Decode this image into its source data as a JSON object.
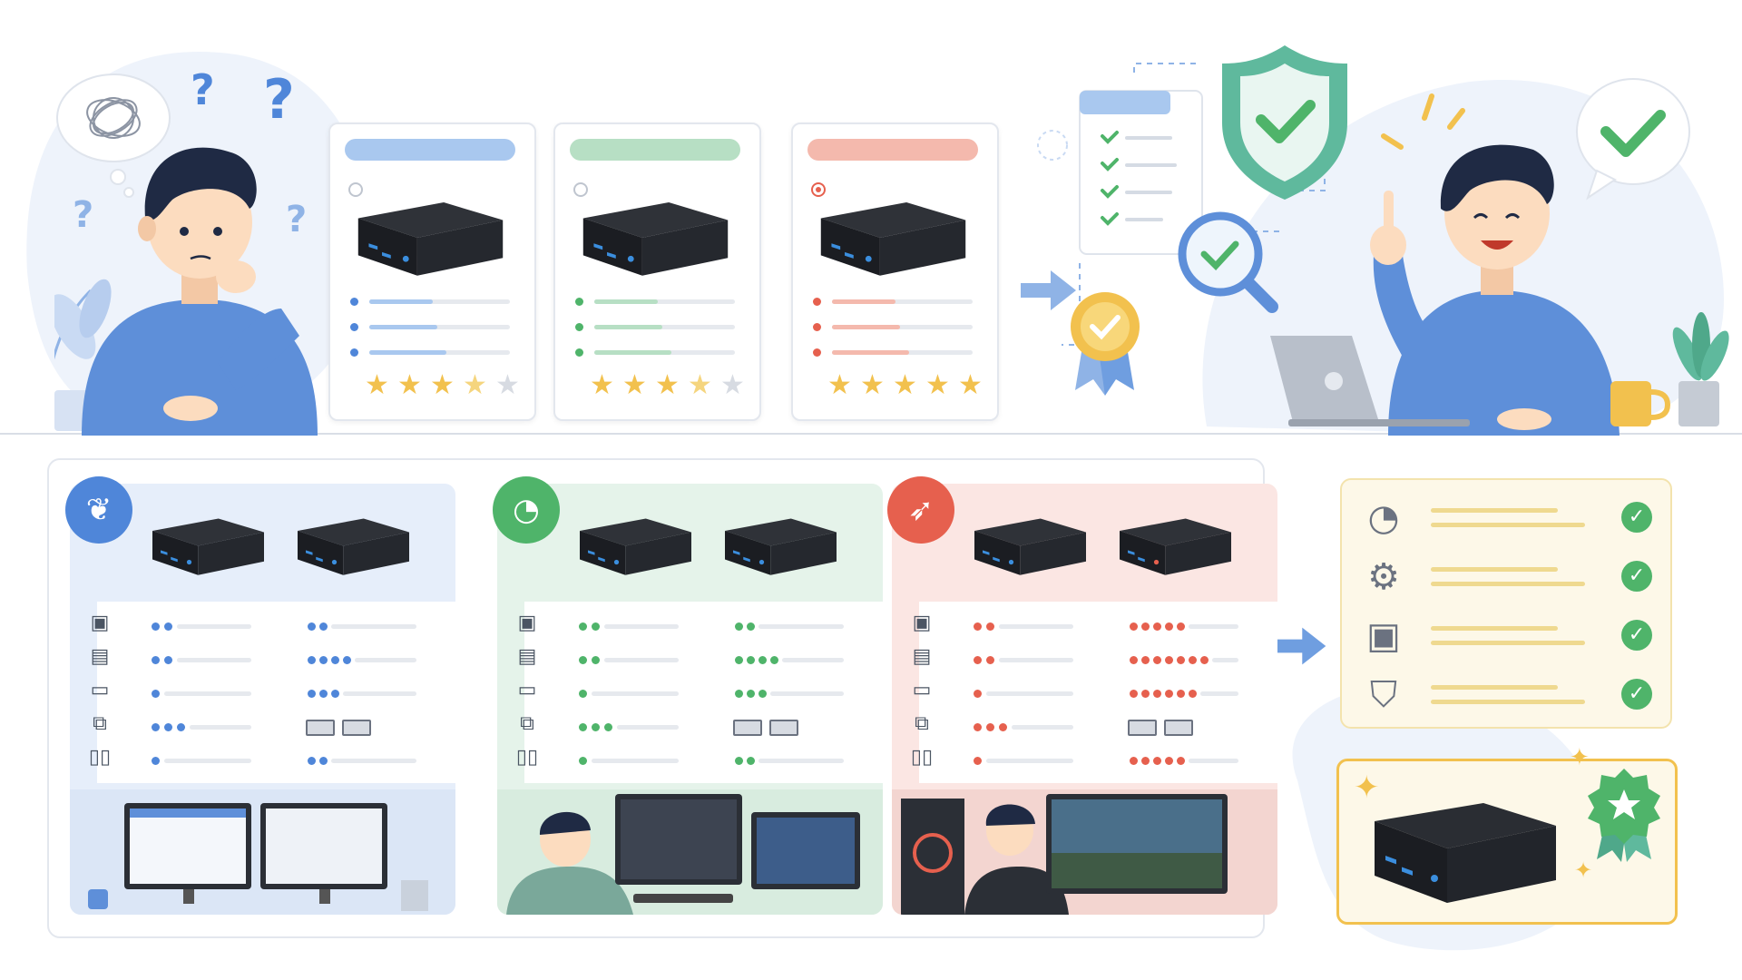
{
  "scene": {
    "description_text": "",
    "options": [
      {
        "id": "option-1",
        "accent": "#a9c8ef",
        "dot_color": "#4f86d9",
        "rating": 3.5,
        "selected": false
      },
      {
        "id": "option-2",
        "accent": "#b7dfc4",
        "dot_color": "#4fb46a",
        "rating": 3.5,
        "selected": false
      },
      {
        "id": "option-3",
        "accent": "#f4b9ad",
        "dot_color": "#e6604e",
        "rating": 5,
        "selected": true
      }
    ],
    "tiers": [
      {
        "id": "office",
        "color": "#4f86d9",
        "bg": "#e6eefa",
        "icon": "leaf-icon"
      },
      {
        "id": "creator",
        "color": "#4fb46a",
        "bg": "#e5f3ea",
        "icon": "speedometer-icon"
      },
      {
        "id": "gaming",
        "color": "#e6604e",
        "bg": "#fbe6e3",
        "icon": "rocket-icon"
      }
    ],
    "checklist_icons": [
      "speedometer-icon",
      "gear-icon",
      "wallet-icon",
      "shield-icon"
    ],
    "colors": {
      "accent_blue": "#4f86d9",
      "accent_green": "#4fb46a",
      "accent_red": "#e6604e",
      "gold": "#f2c14e"
    }
  }
}
